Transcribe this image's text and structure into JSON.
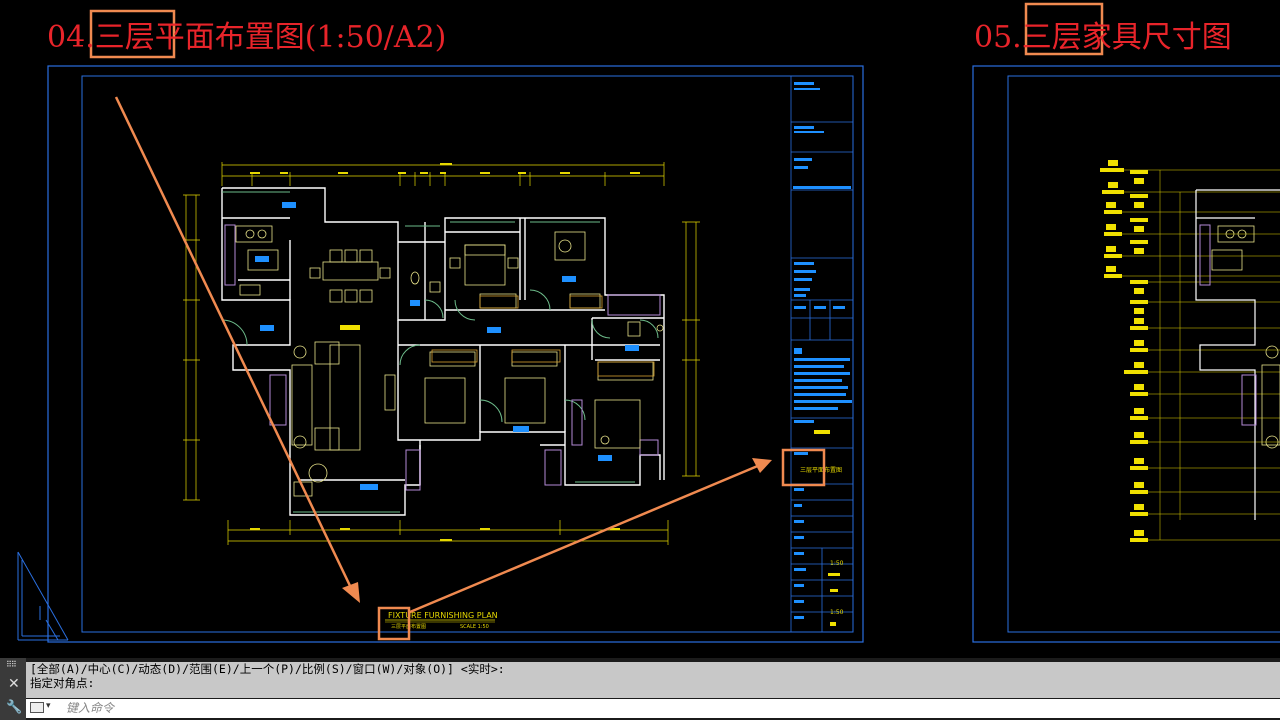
{
  "sheets": [
    {
      "number": "04.",
      "highlight": "三层",
      "rest": "平面布置图(1:50/A2)"
    },
    {
      "number": "05.",
      "highlight": "三层",
      "rest": "家具尺寸图"
    }
  ],
  "plan_label": {
    "title": "FIXTURE FURNISHING PLAN",
    "subtitle": "三层平面布置图",
    "scale": "SCALE 1:50"
  },
  "title_block_label": "三层平面布置图",
  "title_block_scale": "1:50",
  "command": {
    "history_line1": "[全部(A)/中心(C)/动态(D)/范围(E)/上一个(P)/比例(S)/窗口(W)/对象(O)] <实时>:",
    "history_line2": "指定对角点:",
    "input_placeholder": "键入命令"
  },
  "colors": {
    "canvas": "#000000",
    "sheet_frame": "#2a6fe0",
    "wall": "#ffffff",
    "furniture": "#e8e38a",
    "dimension": "#e6d800",
    "highlight_box": "#f08a50",
    "title_red": "#e8242a",
    "accent_blue": "#1e90ff"
  }
}
